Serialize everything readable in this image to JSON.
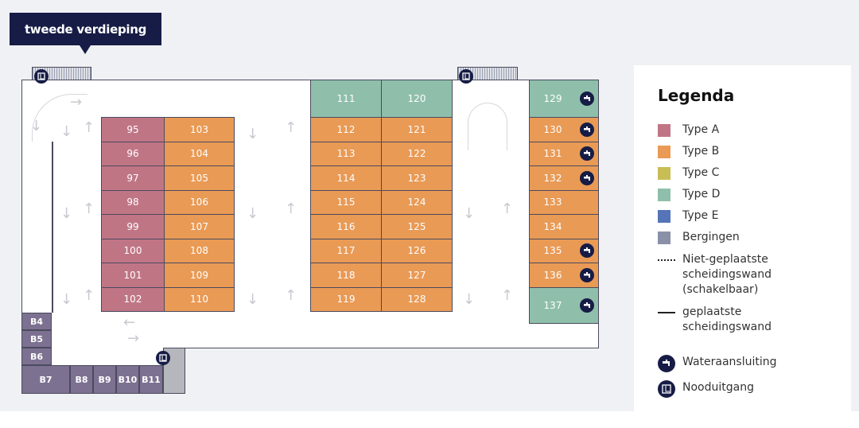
{
  "floor_label": "tweede verdieping",
  "colors": {
    "A": "#c07585",
    "B": "#e99a55",
    "C": "#c9bd56",
    "D": "#8fbfaa",
    "E": "#5575b8",
    "Bergingen": "#8a90a8",
    "storage_map": "#7d7191",
    "navy": "#161c45"
  },
  "units": {
    "col1": [
      {
        "id": "95",
        "type": "A"
      },
      {
        "id": "96",
        "type": "A"
      },
      {
        "id": "97",
        "type": "A"
      },
      {
        "id": "98",
        "type": "A"
      },
      {
        "id": "99",
        "type": "A"
      },
      {
        "id": "100",
        "type": "A"
      },
      {
        "id": "101",
        "type": "A"
      },
      {
        "id": "102",
        "type": "A"
      }
    ],
    "col2": [
      {
        "id": "103",
        "type": "B"
      },
      {
        "id": "104",
        "type": "B"
      },
      {
        "id": "105",
        "type": "B"
      },
      {
        "id": "106",
        "type": "B"
      },
      {
        "id": "107",
        "type": "B"
      },
      {
        "id": "108",
        "type": "B"
      },
      {
        "id": "109",
        "type": "B"
      },
      {
        "id": "110",
        "type": "B"
      }
    ],
    "col3_top": {
      "id": "111",
      "type": "D"
    },
    "col3": [
      {
        "id": "112",
        "type": "B"
      },
      {
        "id": "113",
        "type": "B"
      },
      {
        "id": "114",
        "type": "B"
      },
      {
        "id": "115",
        "type": "B"
      },
      {
        "id": "116",
        "type": "B"
      },
      {
        "id": "117",
        "type": "B"
      },
      {
        "id": "118",
        "type": "B"
      },
      {
        "id": "119",
        "type": "B"
      }
    ],
    "col4_top": {
      "id": "120",
      "type": "D"
    },
    "col4": [
      {
        "id": "121",
        "type": "B"
      },
      {
        "id": "122",
        "type": "B"
      },
      {
        "id": "123",
        "type": "B"
      },
      {
        "id": "124",
        "type": "B"
      },
      {
        "id": "125",
        "type": "B"
      },
      {
        "id": "126",
        "type": "B"
      },
      {
        "id": "127",
        "type": "B"
      },
      {
        "id": "128",
        "type": "B"
      }
    ],
    "col5_top": {
      "id": "129",
      "type": "D",
      "water": true
    },
    "col5": [
      {
        "id": "130",
        "type": "B",
        "water": true
      },
      {
        "id": "131",
        "type": "B",
        "water": true
      },
      {
        "id": "132",
        "type": "B",
        "water": true
      },
      {
        "id": "133",
        "type": "B"
      },
      {
        "id": "134",
        "type": "B"
      },
      {
        "id": "135",
        "type": "B",
        "water": true
      },
      {
        "id": "136",
        "type": "B",
        "water": true
      }
    ],
    "col5_bottom": {
      "id": "137",
      "type": "D",
      "water": true
    }
  },
  "storage": [
    "B4",
    "B5",
    "B6",
    "B7",
    "B8",
    "B9",
    "B10",
    "B11"
  ],
  "legend": {
    "title": "Legenda",
    "types": [
      {
        "label": "Type A",
        "key": "A"
      },
      {
        "label": "Type B",
        "key": "B"
      },
      {
        "label": "Type C",
        "key": "C"
      },
      {
        "label": "Type D",
        "key": "D"
      },
      {
        "label": "Type E",
        "key": "E"
      },
      {
        "label": "Bergingen",
        "key": "Bergingen"
      }
    ],
    "dotted_wall": "Niet-geplaatste scheidingswand (schakelbaar)",
    "solid_wall": "geplaatste scheidingswand",
    "water": "Wateraansluiting",
    "exit": "Nooduitgang"
  }
}
